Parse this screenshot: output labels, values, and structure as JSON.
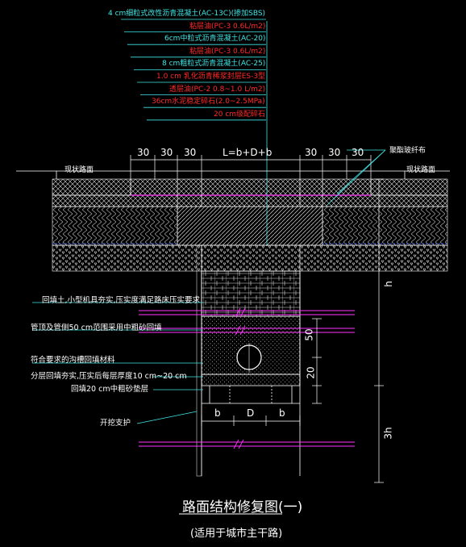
{
  "layers": [
    {
      "text": "4 cm细粒式改性沥青混凝土(AC-13C)(掺加SBS)",
      "color": "#3fe6e6"
    },
    {
      "text": "粘层油(PC-3 0.6L/m2)",
      "color": "#ff2a2a"
    },
    {
      "text": "6cm中粒式沥青混凝土(AC-20)",
      "color": "#3fe6e6"
    },
    {
      "text": "粘层油(PC-3 0.6L/m2)",
      "color": "#ff2a2a"
    },
    {
      "text": "8 cm粗粒式沥青混凝土(AC-25)",
      "color": "#3fe6e6"
    },
    {
      "text": "1.0 cm 乳化沥青稀浆封层ES-3型",
      "color": "#ff2a2a"
    },
    {
      "text": "透层油(PC-2 0.8~1.0 L/m2)",
      "color": "#ff2a2a"
    },
    {
      "text": "36cm水泥稳定碎石(2.0~2.5MPa)",
      "color": "#ff2a2a"
    },
    {
      "text": "20 cm级配碎石",
      "color": "#ff2a2a"
    }
  ],
  "dims": {
    "top": [
      "30",
      "30",
      "30",
      "L=b+D+b",
      "30",
      "30",
      "30"
    ],
    "bottom": [
      "b",
      "D",
      "b"
    ],
    "vertical": [
      "50",
      "20",
      "h",
      "3h"
    ]
  },
  "side_labels": {
    "left": "现状路面",
    "right": "现状路面",
    "geogrid": "聚酯玻纤布"
  },
  "notes": [
    "回填土,小型机具夯实,压实度满足路床压实要求",
    "管顶及管侧50 cm范围采用中粗砂回填",
    "符合要求的沟槽回填材料",
    "分层回填夯实,压实后每层厚度10 cm~20 cm",
    "回填20 cm中粗砂垫层",
    "开挖支护"
  ],
  "title": "路面结构修复图(一)",
  "subtitle": "(适用于城市主干路)"
}
